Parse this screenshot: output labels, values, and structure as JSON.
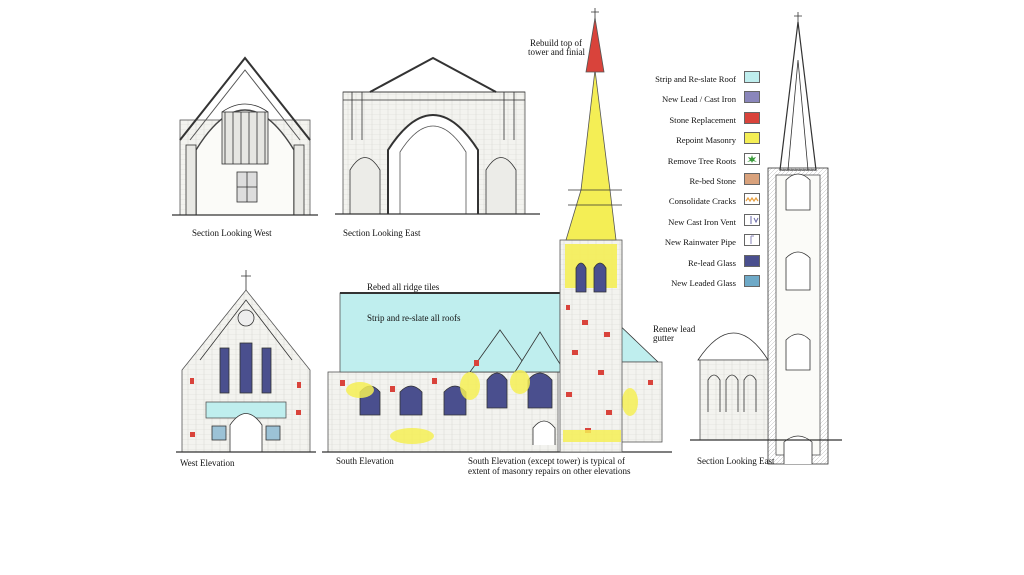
{
  "captions": {
    "section_west": "Section Looking West",
    "section_east_left": "Section Looking East",
    "west_elevation": "West Elevation",
    "south_elevation": "South Elevation",
    "south_note_line1": "South Elevation (except tower) is typical of",
    "south_note_line2": "extent of masonry repairs on other elevations",
    "section_east_right": "Section Looking East"
  },
  "annotations": {
    "rebuild_line1": "Rebuild top of",
    "rebuild_line2": "tower and finial",
    "rebed_ridge": "Rebed all ridge tiles",
    "strip_roofs": "Strip and re-slate all roofs",
    "renew_line1": "Renew lead",
    "renew_line2": "gutter"
  },
  "legend": [
    {
      "label": "Strip and Re-slate Roof",
      "color": "#bfeeee",
      "pattern": "solid"
    },
    {
      "label": "New Lead / Cast Iron",
      "color": "#8a86bb",
      "pattern": "solid"
    },
    {
      "label": "Stone Replacement",
      "color": "#d9433b",
      "pattern": "solid"
    },
    {
      "label": "Repoint Masonry",
      "color": "#f4ee55",
      "pattern": "solid"
    },
    {
      "label": "Remove Tree Roots",
      "color": "#ffffff",
      "pattern": "leaf",
      "icon": "green-leaf-icon"
    },
    {
      "label": "Re-bed Stone",
      "color": "#d9a27c",
      "pattern": "solid"
    },
    {
      "label": "Consolidate Cracks",
      "color": "#ffffff",
      "pattern": "zigzag",
      "icon": "orange-zigzag-icon"
    },
    {
      "label": "New Cast Iron Vent",
      "color": "#ffffff",
      "pattern": "vent",
      "icon": "vent-icon"
    },
    {
      "label": "New Rainwater Pipe",
      "color": "#ffffff",
      "pattern": "pipe",
      "icon": "pipe-icon"
    },
    {
      "label": "Re-lead Glass",
      "color": "#4a4f8e",
      "pattern": "solid"
    },
    {
      "label": "New Leaded Glass",
      "color": "#6ea9c7",
      "pattern": "solid"
    }
  ],
  "colors": {
    "roof": "#bfeeee",
    "lead": "#8a86bb",
    "stone": "#d9433b",
    "repoint": "#f4ee55",
    "rebed": "#d9a27c",
    "relead_glass": "#4a4f8e",
    "leaded_glass": "#6ea9c7",
    "line": "#333333",
    "wall": "#f2f2ee"
  }
}
